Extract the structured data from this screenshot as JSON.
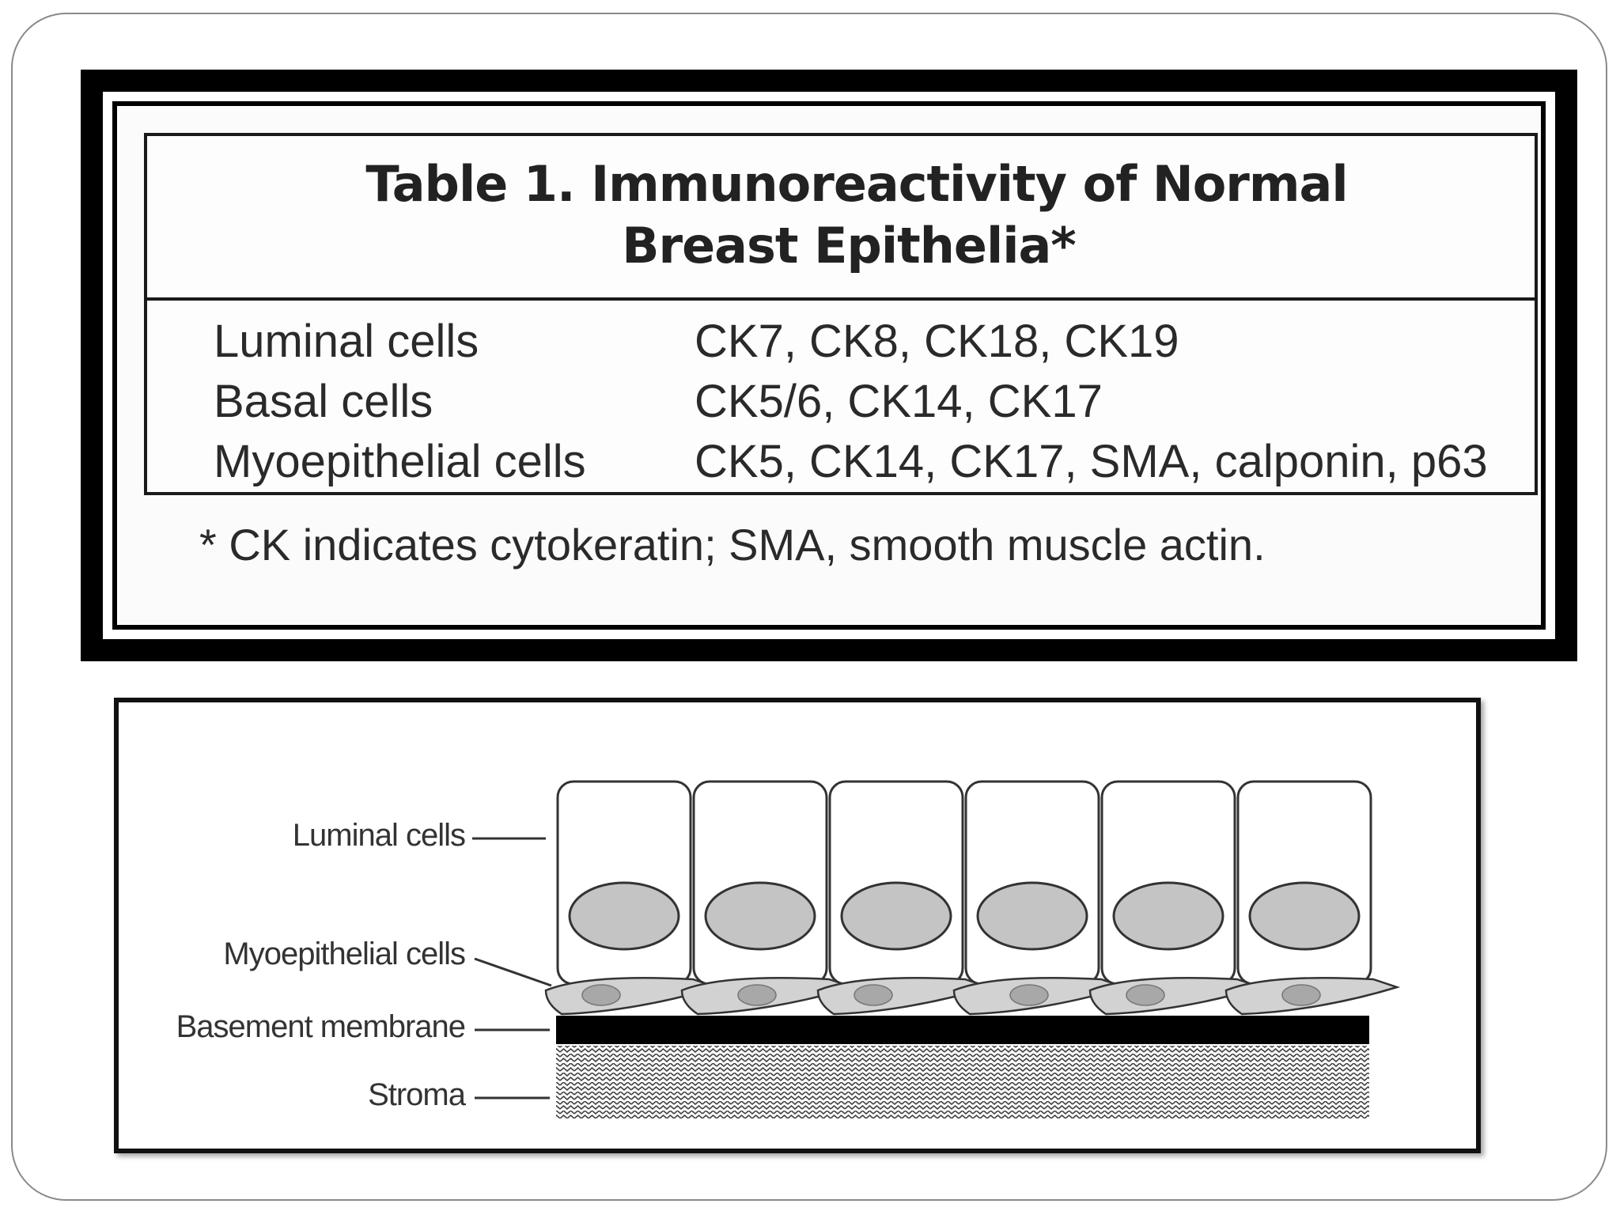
{
  "table": {
    "title_line1": "Table 1.   Immunoreactivity of Normal",
    "title_line2": "Breast Epithelia*",
    "rows": [
      {
        "cell_type": "Luminal cells",
        "markers": "CK7, CK8, CK18, CK19"
      },
      {
        "cell_type": "Basal cells",
        "markers": "CK5/6, CK14, CK17"
      },
      {
        "cell_type": "Myoepithelial cells",
        "markers": "CK5, CK14, CK17, SMA, calponin, p63"
      }
    ],
    "footnote": "* CK indicates cytokeratin; SMA, smooth muscle actin."
  },
  "diagram": {
    "labels": {
      "luminal": "Luminal cells",
      "myoepithelial": "Myoepithelial cells",
      "basement": "Basement membrane",
      "stroma": "Stroma"
    },
    "colors": {
      "nucleus_fill": "#c4c4c4",
      "myo_fill": "#d2d2d2",
      "myo_nucleus": "#a8a8a8",
      "membrane": "#000000",
      "outline": "#333333"
    }
  }
}
